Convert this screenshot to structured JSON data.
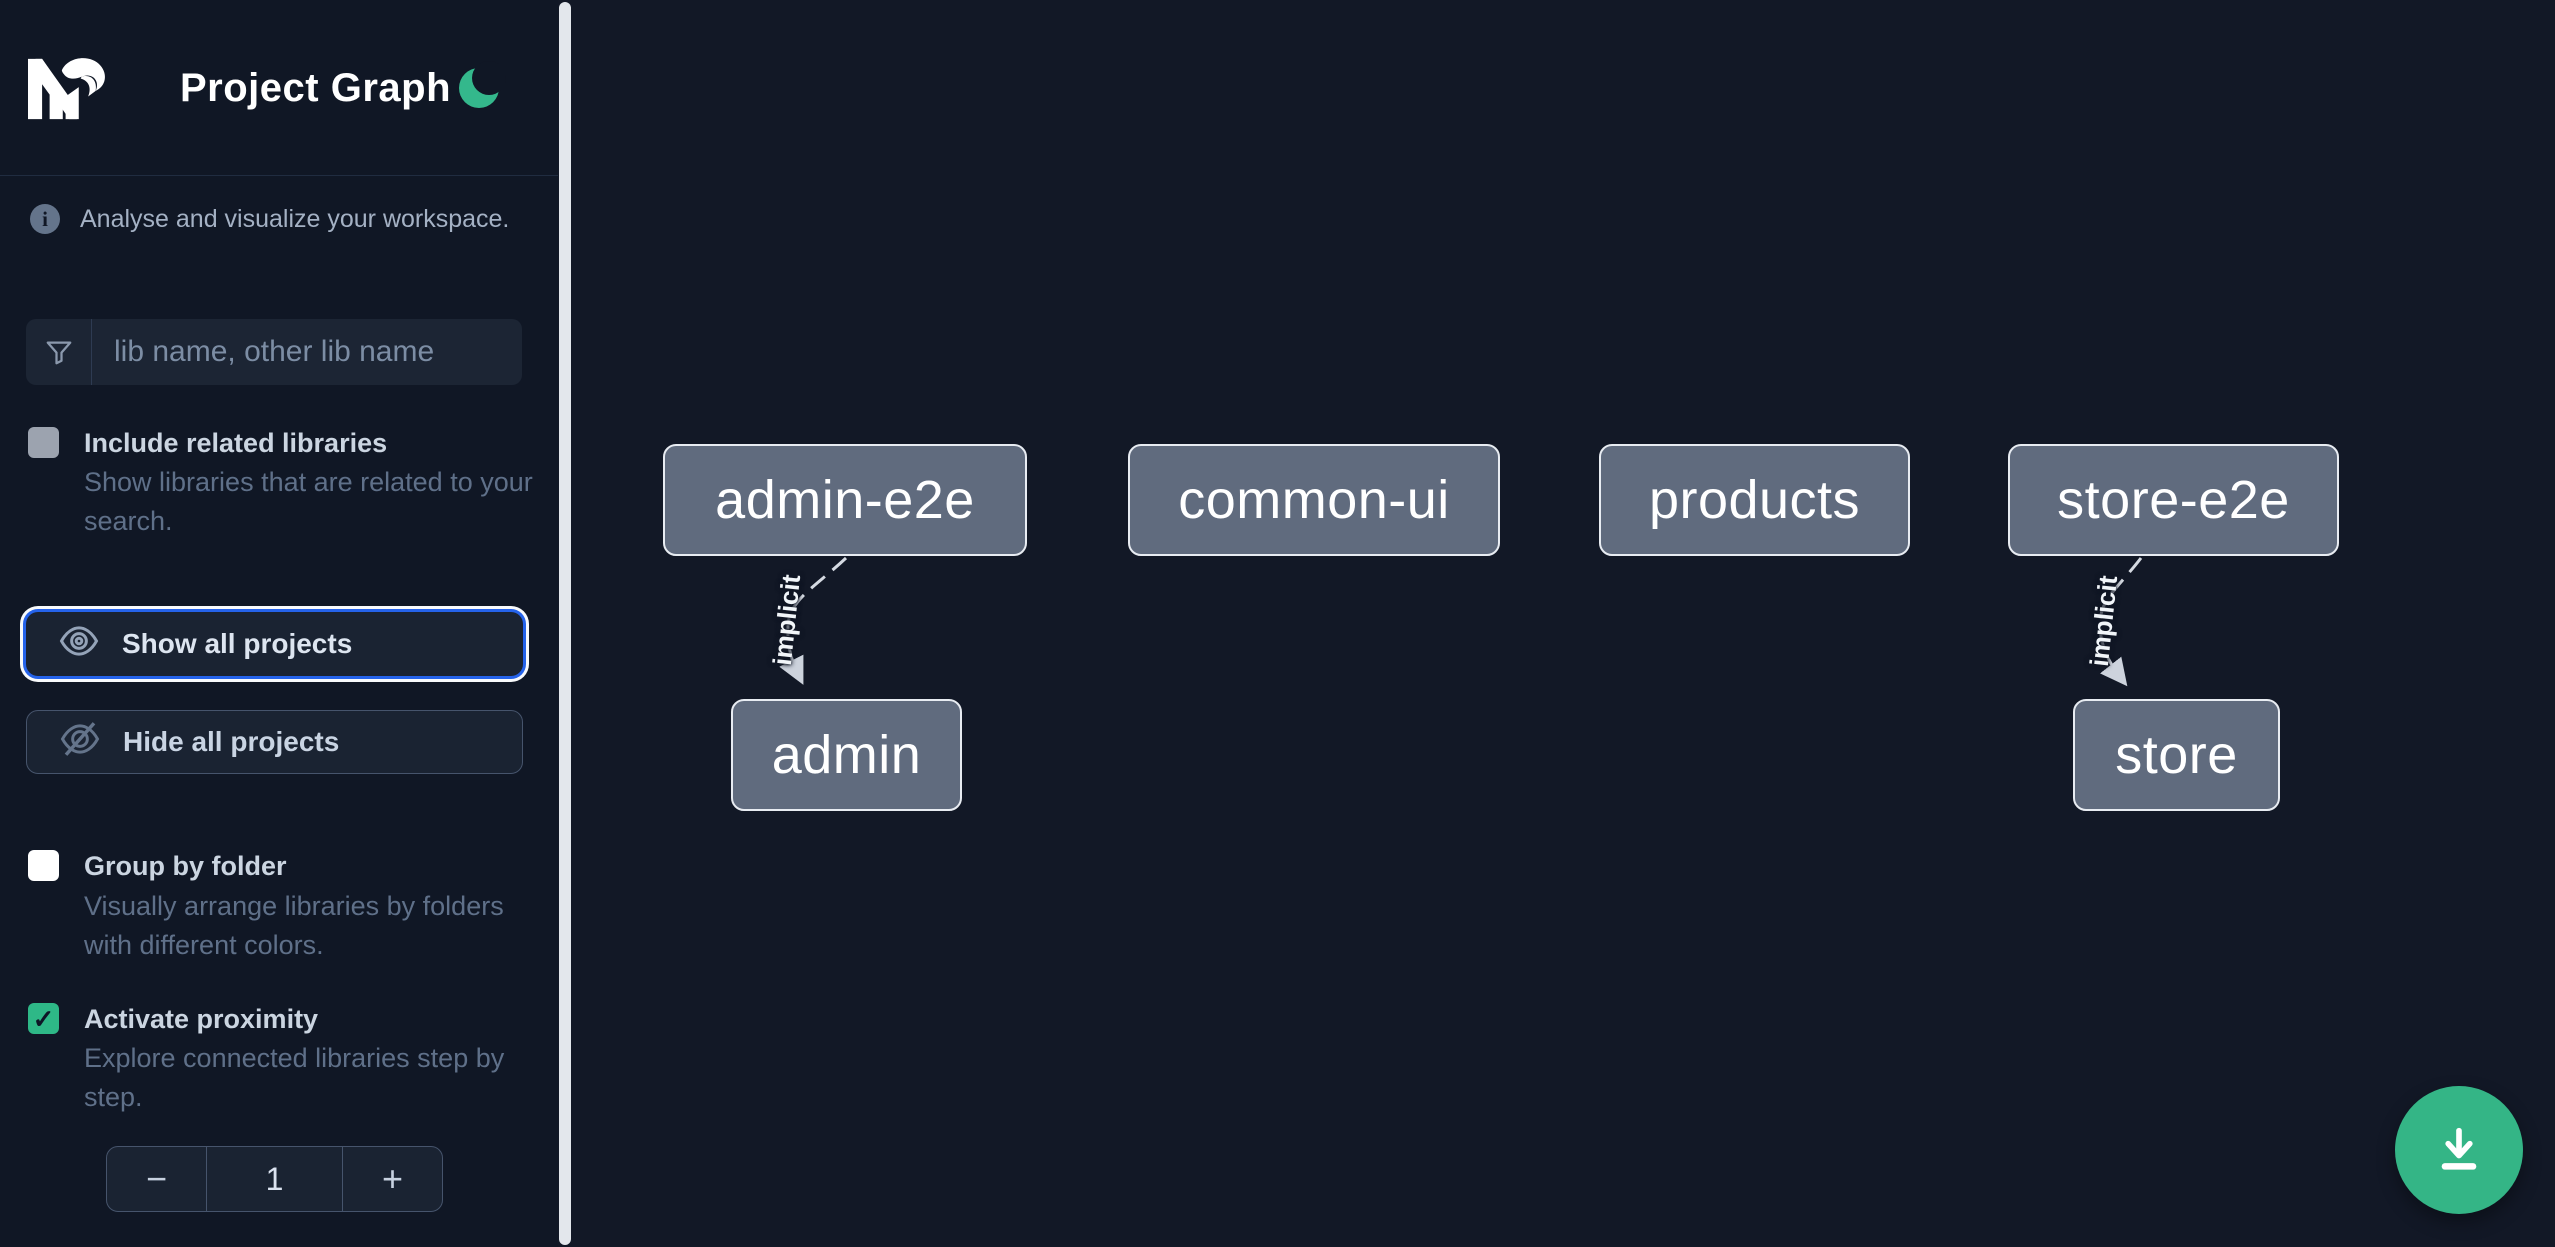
{
  "app": {
    "title": "Project Graph",
    "tagline": "Analyse and visualize your workspace."
  },
  "sidebar": {
    "search": {
      "placeholder": "lib name, other lib name",
      "value": ""
    },
    "options": [
      {
        "label": "Include related libraries",
        "description": "Show libraries that are related to your search.",
        "checked": false,
        "checkbox_style": "gray"
      },
      {
        "label": "Group by folder",
        "description": "Visually arrange libraries by folders with different colors.",
        "checked": false,
        "checkbox_style": "white"
      },
      {
        "label": "Activate proximity",
        "description": "Explore connected libraries step by step.",
        "checked": true,
        "checkbox_style": "green"
      }
    ],
    "buttons": {
      "show_all": "Show all projects",
      "hide_all": "Hide all projects"
    },
    "proximity_stepper": {
      "decrement": "−",
      "value": "1",
      "increment": "+"
    }
  },
  "graph": {
    "nodes": [
      {
        "id": "admin-e2e",
        "label": "admin-e2e"
      },
      {
        "id": "common-ui",
        "label": "common-ui"
      },
      {
        "id": "products",
        "label": "products"
      },
      {
        "id": "store-e2e",
        "label": "store-e2e"
      },
      {
        "id": "admin",
        "label": "admin"
      },
      {
        "id": "store",
        "label": "store"
      }
    ],
    "edges": [
      {
        "source": "admin-e2e",
        "target": "admin",
        "label": "implicit",
        "style": "dashed"
      },
      {
        "source": "store-e2e",
        "target": "store",
        "label": "implicit",
        "style": "dashed"
      }
    ]
  },
  "icons": [
    "nx-logo",
    "moon-icon",
    "info-icon",
    "filter-icon",
    "eye-icon",
    "eye-off-icon",
    "check-icon",
    "minus-icon",
    "plus-icon",
    "download-icon"
  ],
  "colors": {
    "sidebar_bg": "#101725",
    "canvas_bg": "#121826",
    "accent_green": "#34b586",
    "checkbox_checked_green": "#2eb887",
    "focus_blue": "#2563eb",
    "node_fill": "#606b7e",
    "node_border": "#e8ecf2",
    "edge": "#d5dae2",
    "text_primary": "#cbd5e1",
    "text_muted": "#5f7089"
  }
}
